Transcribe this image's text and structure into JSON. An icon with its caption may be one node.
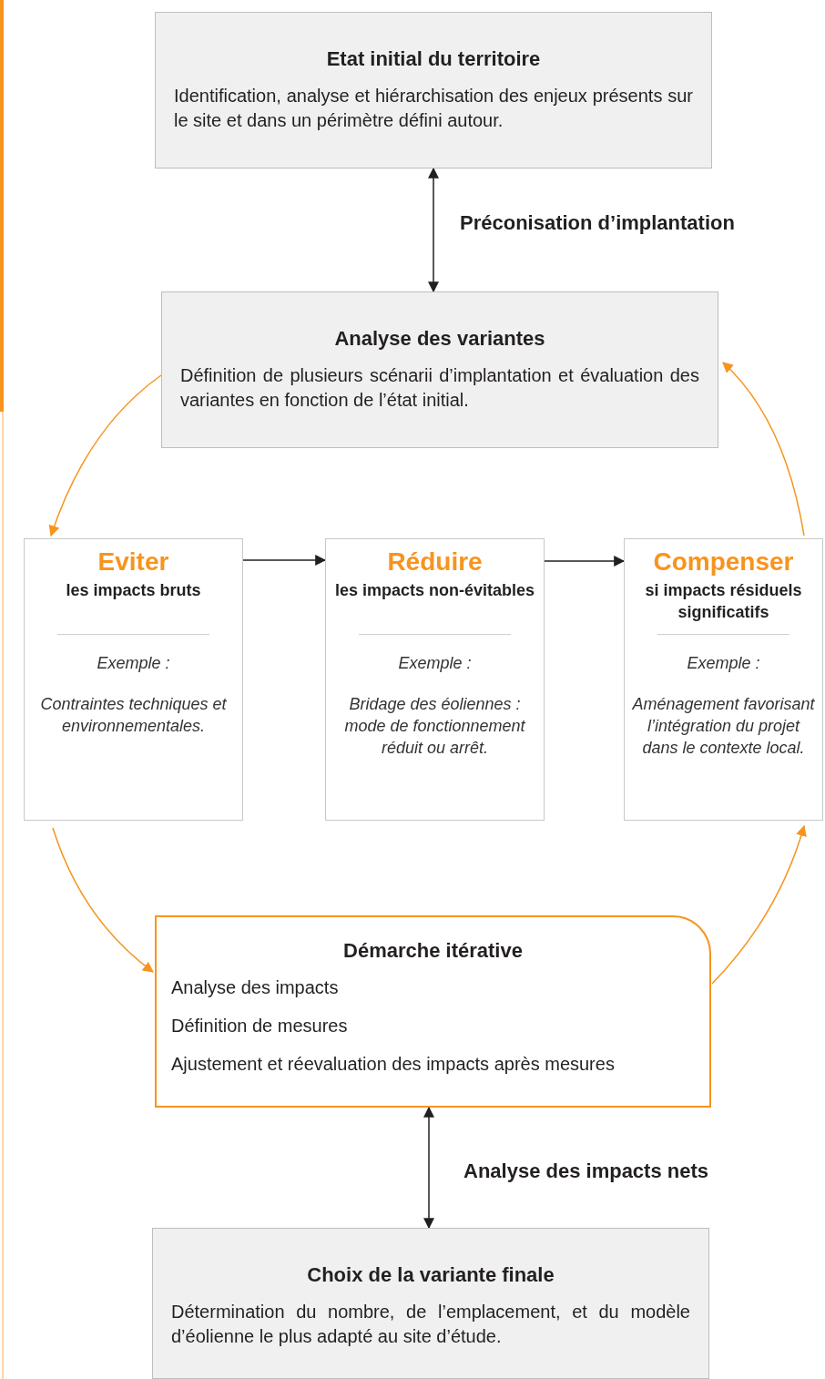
{
  "diagram": {
    "nodes": [
      {
        "text": [
          "Etat initial du territoire",
          "Identification, analyse et hiérarchisation des enjeux présents sur le site et dans un périmètre défini autour."
        ]
      },
      {
        "text": [
          "Analyse des variantes",
          "Définition de plusieurs scénarii d’implantation et évaluation des variantes en fonction de l’état initial."
        ]
      },
      {
        "text": [
          "Eviter",
          "les impacts bruts",
          "Exemple :",
          "Contraintes techniques et environnementales."
        ]
      },
      {
        "text": [
          "Réduire",
          "les impacts non-évitables",
          "Exemple :",
          "Bridage des éoliennes : mode de fonctionnement réduit ou arrêt."
        ]
      },
      {
        "text": [
          "Compenser",
          "si impacts résiduels significatifs",
          "Exemple :",
          "Aménagement favorisant l’intégration du projet dans le contexte local."
        ]
      },
      {
        "text": [
          "Démarche itérative",
          "Analyse des impacts",
          "Définition de mesures",
          "Ajustement et réevaluation des impacts après mesures"
        ]
      },
      {
        "text": [
          "Choix de la variante finale",
          "Détermination du nombre, de l’emplacement, et du modèle d’éolienne le plus adapté au site d’étude."
        ]
      }
    ],
    "edges": [
      {
        "from": 0,
        "to": 1,
        "arrow": "both",
        "label": "Préconisation d’implantation"
      },
      {
        "from": 1,
        "to": 2,
        "arrow": "to",
        "color": "#f7941d"
      },
      {
        "from": 2,
        "to": 3,
        "arrow": "to"
      },
      {
        "from": 3,
        "to": 4,
        "arrow": "to"
      },
      {
        "from": 2,
        "to": 5,
        "arrow": "to",
        "color": "#f7941d"
      },
      {
        "from": 5,
        "to": 4,
        "arrow": "to",
        "color": "#f7941d"
      },
      {
        "from": 4,
        "to": 1,
        "arrow": "to",
        "color": "#f7941d"
      },
      {
        "from": 5,
        "to": 6,
        "arrow": "both",
        "label": "Analyse des impacts nets"
      }
    ]
  }
}
